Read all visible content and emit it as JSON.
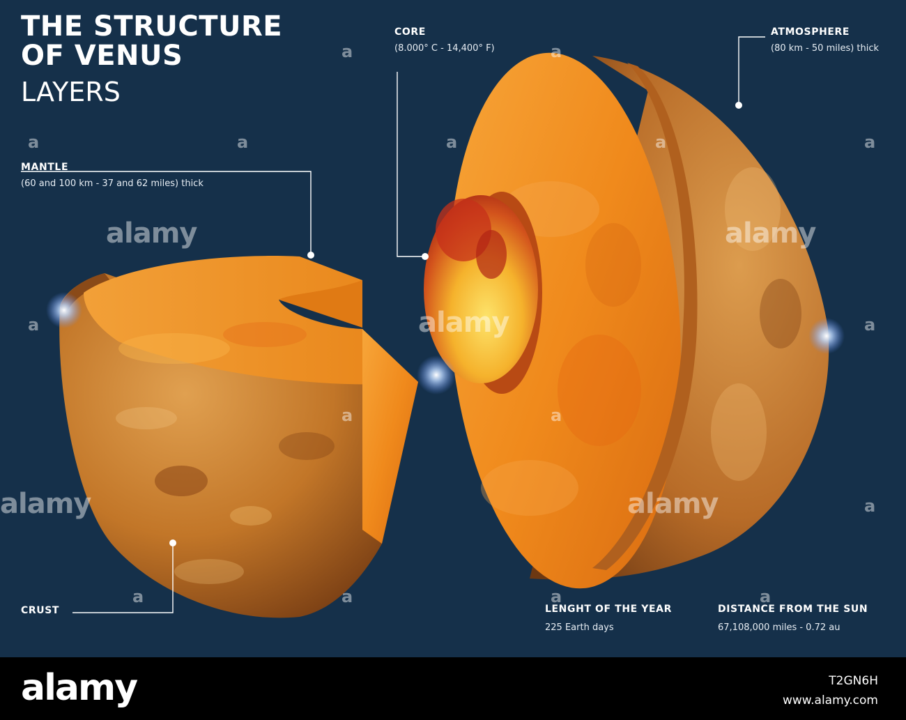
{
  "title": {
    "line1": "THE STRUCTURE",
    "line2": "OF VENUS",
    "line3": "LAYERS"
  },
  "labels": {
    "core": {
      "heading": "CORE",
      "detail": "(8.000° C - 14,400° F)"
    },
    "atmosphere": {
      "heading": "ATMOSPHERE",
      "detail": "(80 km - 50 miles) thick"
    },
    "mantle": {
      "heading": "MANTLE",
      "detail": "(60 and 100 km - 37 and 62 miles) thick"
    },
    "crust": {
      "heading": "CRUST"
    }
  },
  "facts": {
    "year": {
      "heading": "LENGHT OF THE YEAR",
      "value": "225 Earth days"
    },
    "distance": {
      "heading": "DISTANCE FROM THE SUN",
      "value": "67,108,000 miles - 0.72 au"
    }
  },
  "watermark": {
    "text": "alamy",
    "mark": "a"
  },
  "footer": {
    "logo": "alamy",
    "image_id": "T2GN6H",
    "url": "www.alamy.com"
  },
  "colors": {
    "background": "#15304a",
    "crust": "#c97a2c",
    "mantle": "#f28c18",
    "core": "#f5c23a",
    "core_hot": "#c8301c",
    "leader_line": "#ffffff"
  }
}
